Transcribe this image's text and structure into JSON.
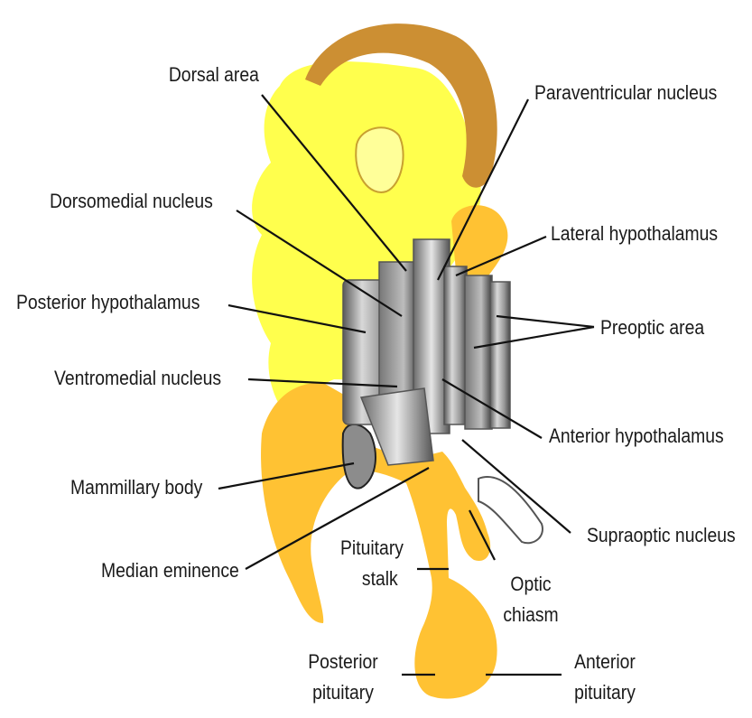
{
  "labels": {
    "dorsal_area": "Dorsal area",
    "paraventricular_nucleus": "Paraventricular nucleus",
    "dorsomedial_nucleus": "Dorsomedial nucleus",
    "lateral_hypothalamus": "Lateral hypothalamus",
    "posterior_hypothalamus": "Posterior hypothalamus",
    "preoptic_area": "Preoptic area",
    "ventromedial_nucleus": "Ventromedial nucleus",
    "anterior_hypothalamus": "Anterior hypothalamus",
    "mammillary_body": "Mammillary body",
    "supraoptic_nucleus": "Supraoptic nucleus",
    "median_eminence": "Median eminence",
    "pituitary_stalk_line1": "Pituitary",
    "pituitary_stalk_line2": "stalk",
    "optic_chiasm_line1": "Optic",
    "optic_chiasm_line2": "chiasm",
    "posterior_pituitary_line1": "Posterior",
    "posterior_pituitary_line2": "pituitary",
    "anterior_pituitary_line1": "Anterior",
    "anterior_pituitary_line2": "pituitary"
  },
  "colors": {
    "brain_yellow": "#ffff4d",
    "corpus_brown": "#cc8f33",
    "pituitary_orange": "#ffc233",
    "nucleus_gray": "#8c8c8c",
    "leader_line": "#111111"
  }
}
